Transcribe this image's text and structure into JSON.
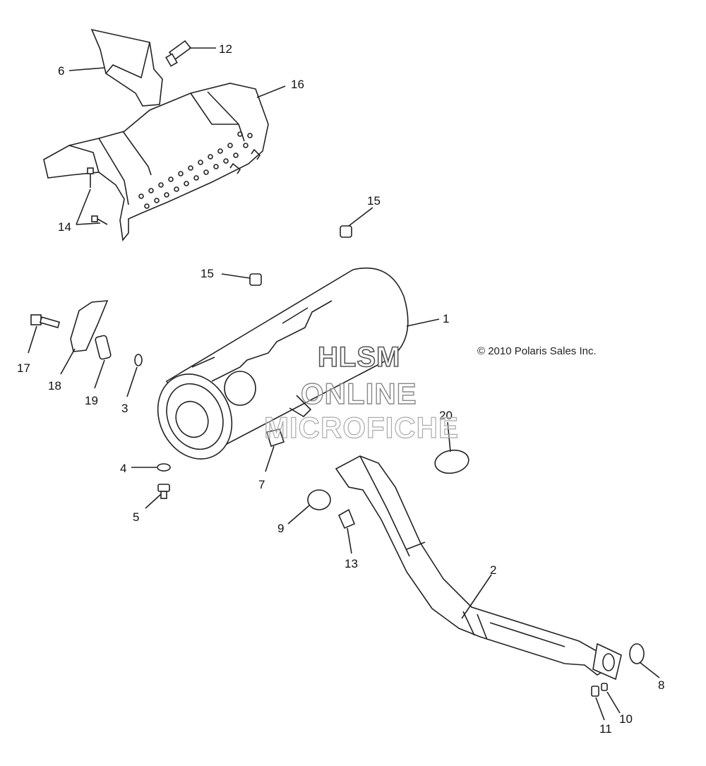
{
  "copyright": "© 2010 Polaris Sales Inc.",
  "watermark": {
    "line1": "HLSM",
    "line2": "ONLINE",
    "line3": "MICROFICHE"
  },
  "callouts": {
    "c1": "1",
    "c2": "2",
    "c3": "3",
    "c4": "4",
    "c5": "5",
    "c6": "6",
    "c7": "7",
    "c8": "8",
    "c9": "9",
    "c10": "10",
    "c11": "11",
    "c12": "12",
    "c13": "13",
    "c14": "14",
    "c15a": "15",
    "c15b": "15",
    "c16": "16",
    "c17": "17",
    "c18": "18",
    "c19": "19",
    "c20": "20"
  },
  "colors": {
    "line": "#222222",
    "shade": "#d8d8d8",
    "background": "#ffffff"
  }
}
